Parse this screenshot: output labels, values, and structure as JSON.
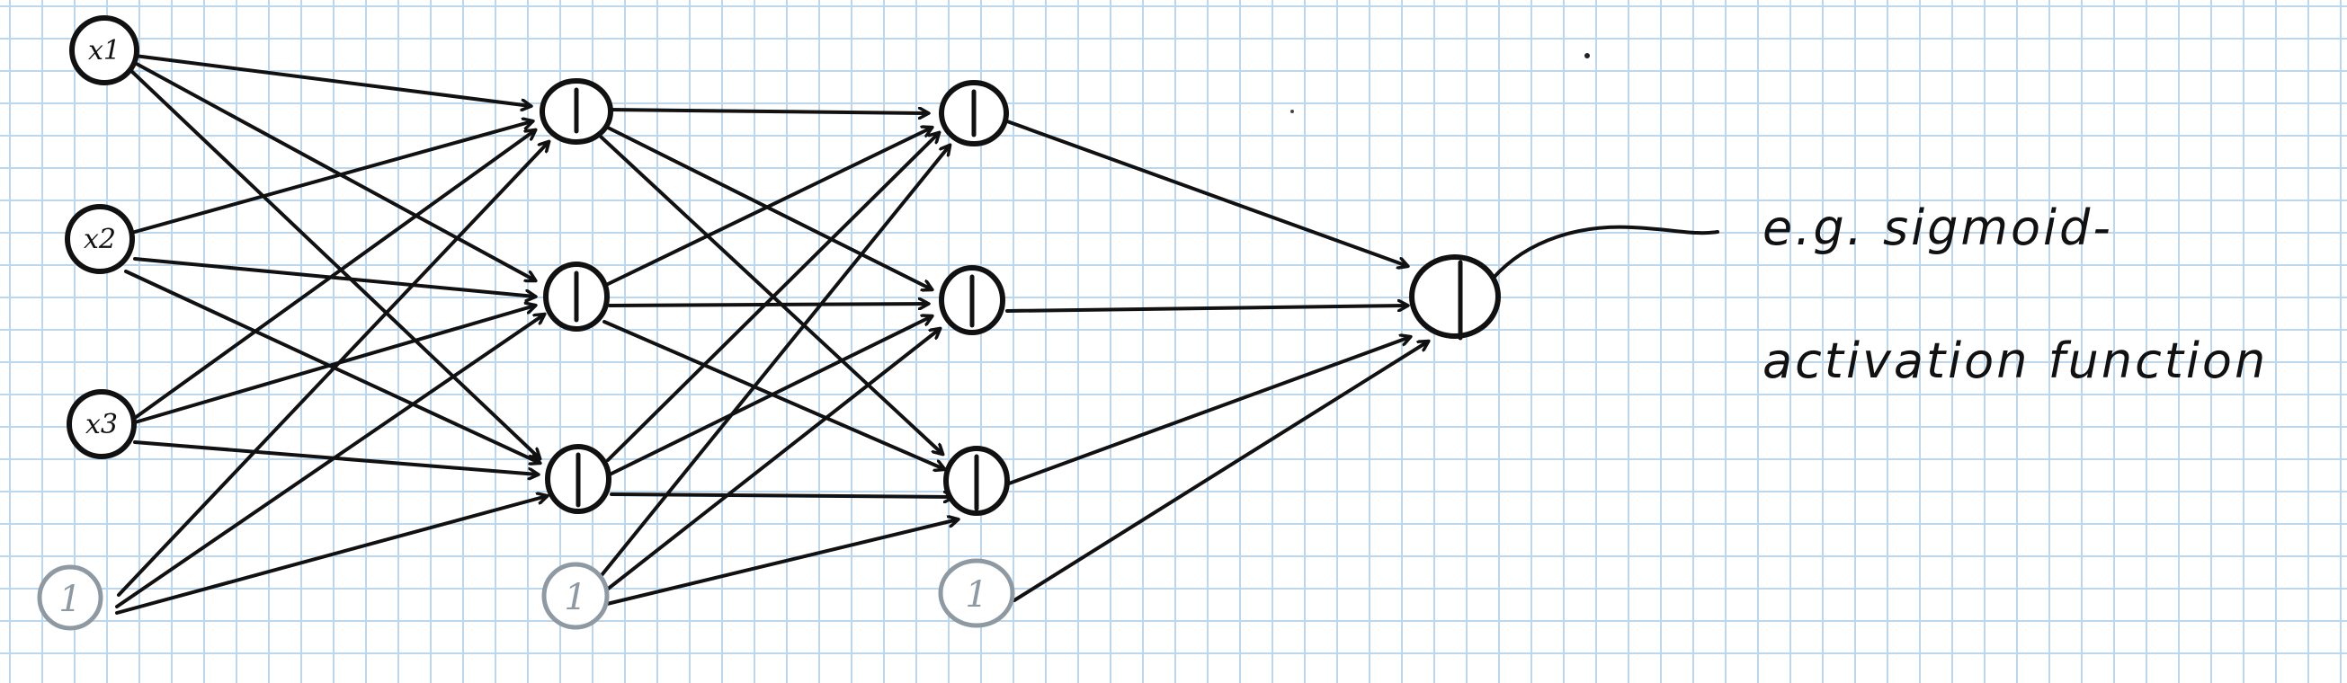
{
  "diagram": {
    "input_labels": [
      "x1",
      "x2",
      "x3"
    ],
    "bias_label": "1",
    "annotation": {
      "line1": "e.g. sigmoid-",
      "line2": "activation function"
    }
  }
}
